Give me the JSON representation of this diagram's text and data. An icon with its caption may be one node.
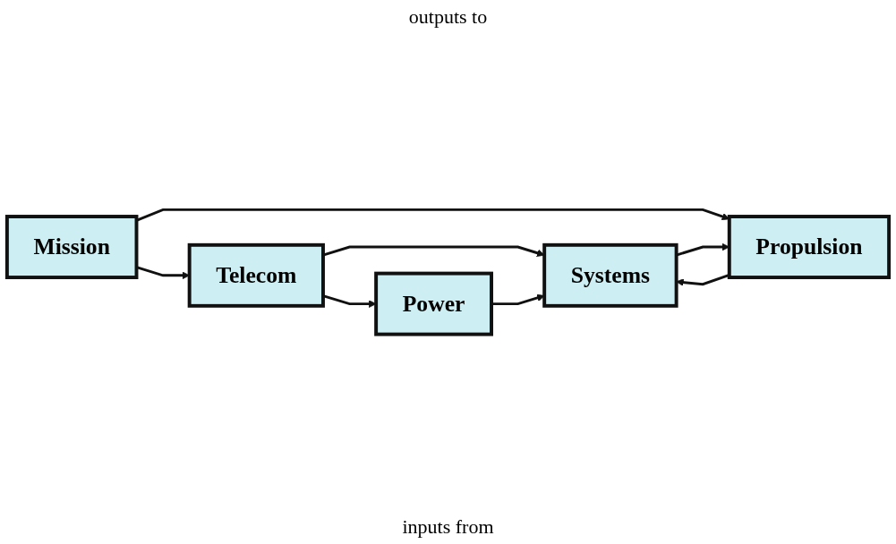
{
  "diagram": {
    "nodes": [
      {
        "text": [
          "Mission"
        ]
      },
      {
        "text": [
          "Telecom"
        ]
      },
      {
        "text": [
          "Power"
        ]
      },
      {
        "text": [
          "Propulsion"
        ]
      },
      {
        "text": [
          "Systems"
        ]
      }
    ],
    "edges": [
      {
        "from": 0,
        "to": 1,
        "arrow": "to"
      },
      {
        "from": 0,
        "to": 3,
        "arrow": "to"
      },
      {
        "from": 1,
        "to": 2,
        "arrow": "to"
      },
      {
        "from": 1,
        "to": 4,
        "arrow": "to"
      },
      {
        "from": 2,
        "to": 4,
        "arrow": "to"
      },
      {
        "from": 3,
        "to": 4,
        "arrow": "to"
      },
      {
        "from": 4,
        "to": 3,
        "arrow": "to"
      }
    ],
    "labels": [
      "outputs to",
      "inputs from"
    ]
  }
}
